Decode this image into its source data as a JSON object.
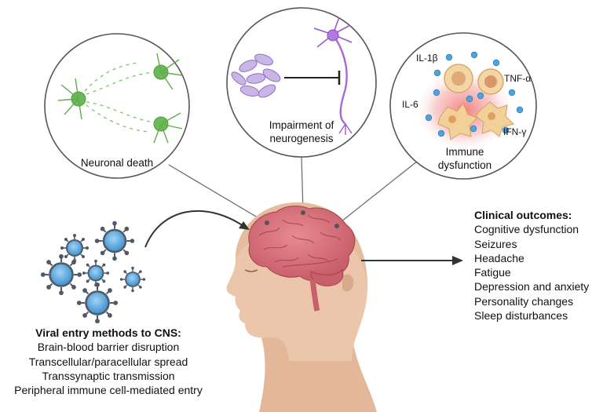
{
  "panels": {
    "neuronal_death": {
      "label": "Neuronal death"
    },
    "neurogenesis": {
      "label_line1": "Impairment of",
      "label_line2": "neurogenesis"
    },
    "immune": {
      "label_line1": "Immune",
      "label_line2": "dysfunction",
      "cytokines": [
        "IL-1β",
        "TNF-α",
        "IL-6",
        "IFN-γ"
      ]
    }
  },
  "viral_entry": {
    "heading": "Viral entry methods to CNS:",
    "items": [
      "Brain-blood barrier disruption",
      "Transcellular/paracellular spread",
      "Transsynaptic transmission",
      "Peripheral immune cell-mediated entry"
    ]
  },
  "clinical": {
    "heading": "Clinical outcomes:",
    "items": [
      "Cognitive dysfunction",
      "Seizures",
      "Headache",
      "Fatigue",
      "Depression and anxiety",
      "Personality changes",
      "Sleep disturbances"
    ]
  },
  "colors": {
    "neuron_green": "#5fae4a",
    "neuron_purple": "#9b59d0",
    "brain_pink": "#d9707a",
    "head_skin": "#e9c4a8",
    "virus_blue": "#5aa9df",
    "virus_gray": "#4f5a66",
    "inflammation_red": "#f08080",
    "cell_tan": "#f2d3a2"
  }
}
